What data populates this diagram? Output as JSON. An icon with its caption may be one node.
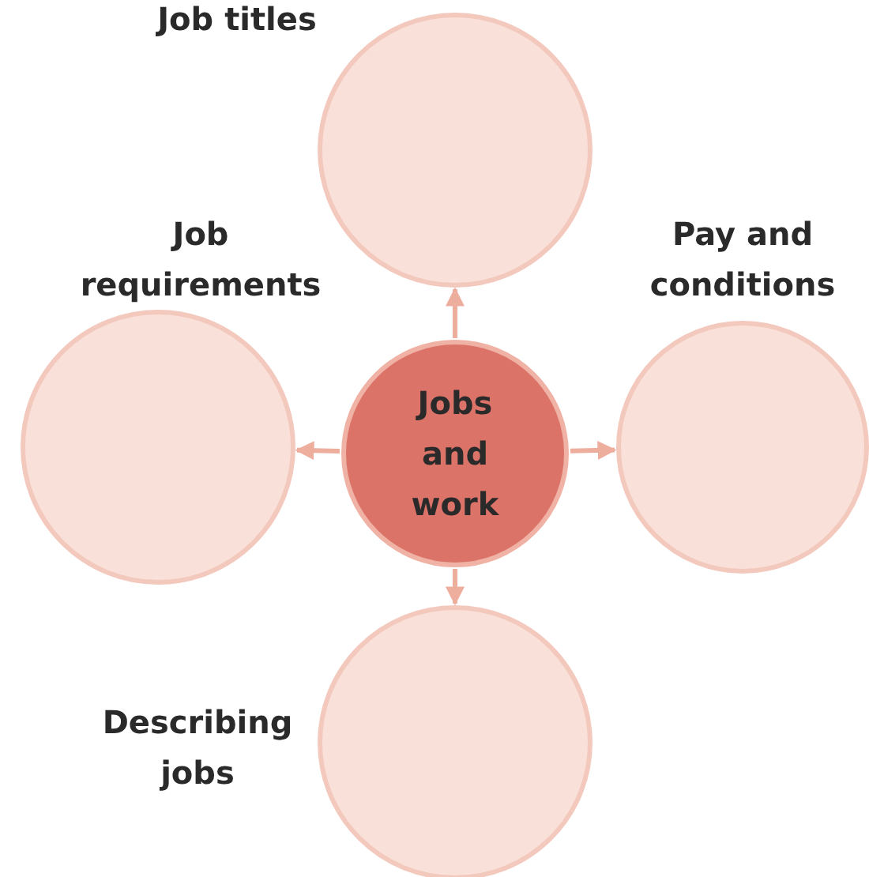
{
  "diagram": {
    "nodes": [
      {
        "text": [],
        "shape": "circle",
        "beside": [
          "Job titles"
        ]
      },
      {
        "text": [],
        "shape": "circle",
        "beside": [
          "Job requirements"
        ]
      },
      {
        "text": [
          "Jobs and work"
        ]
      },
      {
        "text": [],
        "shape": "circle",
        "beside": [
          "Pay and conditions"
        ]
      },
      {
        "text": [],
        "shape": "circle",
        "beside": [
          "Describing jobs"
        ]
      }
    ],
    "edges": [
      {
        "from": 2,
        "to": 0,
        "arrow": "to"
      },
      {
        "from": 2,
        "to": 1,
        "arrow": "to"
      },
      {
        "from": 2,
        "to": 3,
        "arrow": "to"
      },
      {
        "from": 2,
        "to": 4,
        "arrow": "to"
      }
    ]
  }
}
